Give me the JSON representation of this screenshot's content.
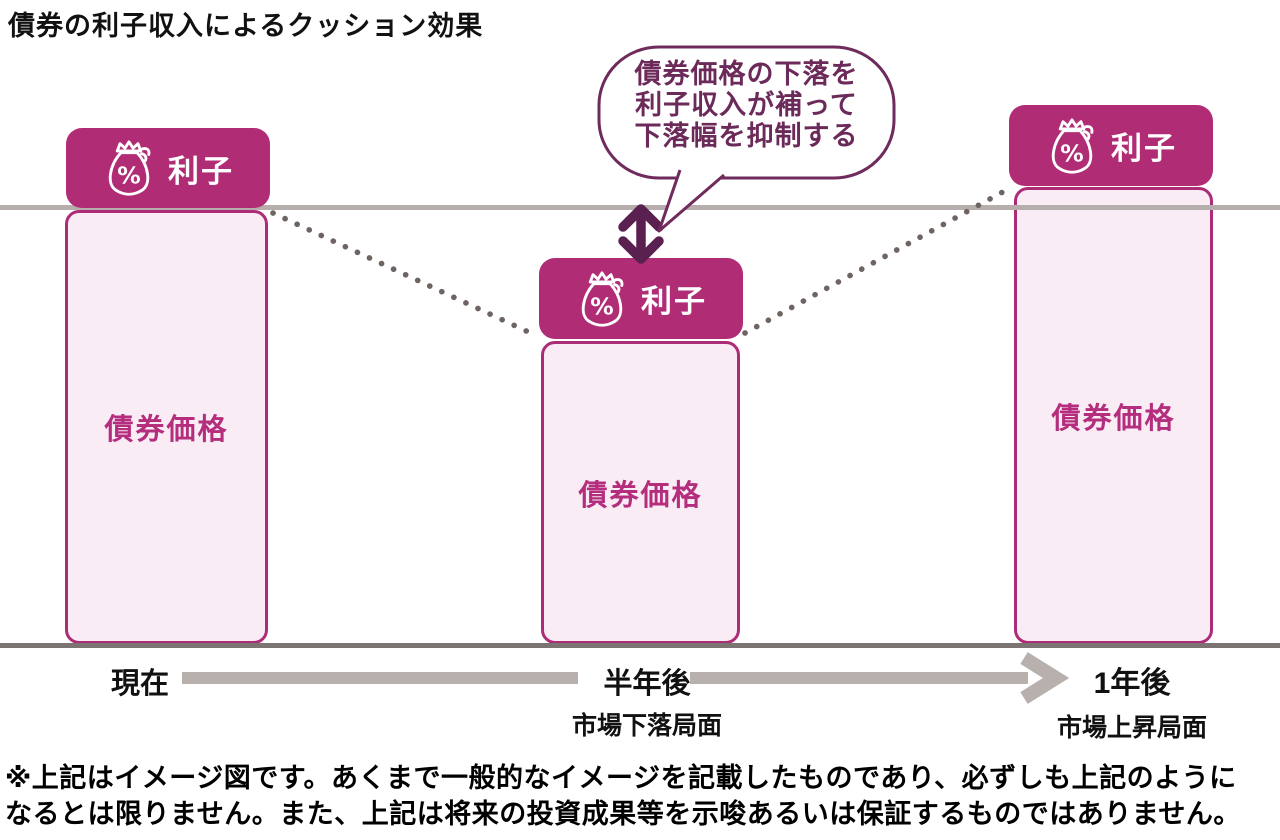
{
  "title": "債券の利子収入によるクッション効果",
  "bubble": {
    "lines": [
      "債券価格の下落を",
      "利子収入が補って",
      "下落幅を抑制する"
    ]
  },
  "bars": [
    {
      "time": "現在",
      "interest_label": "利子",
      "price_label": "債券価格"
    },
    {
      "time": "半年後",
      "interest_label": "利子",
      "price_label": "債券価格"
    },
    {
      "time": "1年後",
      "interest_label": "利子",
      "price_label": "債券価格"
    }
  ],
  "icons": {
    "badge_icon": "money-bag-percent-icon",
    "badge_icon_symbol": "%"
  },
  "timeline": {
    "points": [
      {
        "label": "現在",
        "sublabel": ""
      },
      {
        "label": "半年後",
        "sublabel": "市場下落局面"
      },
      {
        "label": "1年後",
        "sublabel": "市場上昇局面"
      }
    ]
  },
  "footnote": "※上記はイメージ図です。あくまで一般的なイメージを記載したものであり、必ずしも上記のように\nなるとは限りません。また、上記は将来の投資成果等を示唆あるいは保証するものではありません。",
  "colors": {
    "badge_magenta": "#b02d76",
    "bar_fill": "#f9ecf5",
    "bar_border": "#ad2c77",
    "bar_text": "#b42e7d",
    "bubble_maroon": "#6e2b5c",
    "double_arrow": "#5a2150",
    "top_line_gray": "#b5aeac",
    "bottom_line_gray": "#7b7472",
    "dotted_connector": "#6e6562",
    "timeline_arrow": "#b7b0ad",
    "text_black": "#111111"
  }
}
